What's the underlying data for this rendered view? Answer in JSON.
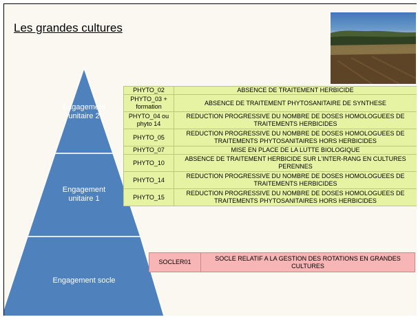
{
  "title": "Les grandes cultures",
  "photo": {
    "description_icon": "wheat-field-photo"
  },
  "pyramid": {
    "levels": [
      {
        "label": "Engagement unitaire 2"
      },
      {
        "label": "Engagement unitaire 1"
      },
      {
        "label": "Engagement socle"
      }
    ],
    "color": "#4f81bd"
  },
  "phyto_table": {
    "rows": [
      {
        "code": "PHYTO_02",
        "description": "ABSENCE DE TRAITEMENT HERBICIDE"
      },
      {
        "code": "PHYTO_03 + formation",
        "description": "ABSENCE DE TRAITEMENT PHYTOSANITAIRE DE SYNTHESE"
      },
      {
        "code": "PHYTO_04 ou phyto 14",
        "description": "REDUCTION PROGRESSIVE DU NOMBRE DE DOSES HOMOLOGUEES DE TRAITEMENTS HERBICIDES"
      },
      {
        "code": "PHYTO_05",
        "description": "REDUCTION PROGRESSIVE DU NOMBRE DE DOSES HOMOLOGUEES DE TRAITEMENTS PHYTOSANITAIRES HORS HERBICIDES"
      },
      {
        "code": "PHYTO_07",
        "description": "MISE EN PLACE DE LA LUTTE BIOLOGIQUE"
      },
      {
        "code": "PHYTO_10",
        "description": "ABSENCE DE TRAITEMENT HERBICIDE SUR L'INTER-RANG EN CULTURES PERENNES"
      },
      {
        "code": "PHYTO_14",
        "description": "REDUCTION PROGRESSIVE DU NOMBRE DE DOSES HOMOLOGUEES DE TRAITEMENTS HERBICIDES"
      },
      {
        "code": "PHYTO_15",
        "description": "REDUCTION PROGRESSIVE DU NOMBRE DE DOSES HOMOLOGUEES DE TRAITEMENTS PHYTOSANITAIRES HORS HERBICIDES"
      }
    ],
    "color": "#e6f3a3"
  },
  "socle_table": {
    "code": "SOCLER01",
    "description": "SOCLE RELATIF A LA GESTION DES ROTATIONS EN GRANDES CULTURES",
    "color": "#f7b5b5"
  }
}
